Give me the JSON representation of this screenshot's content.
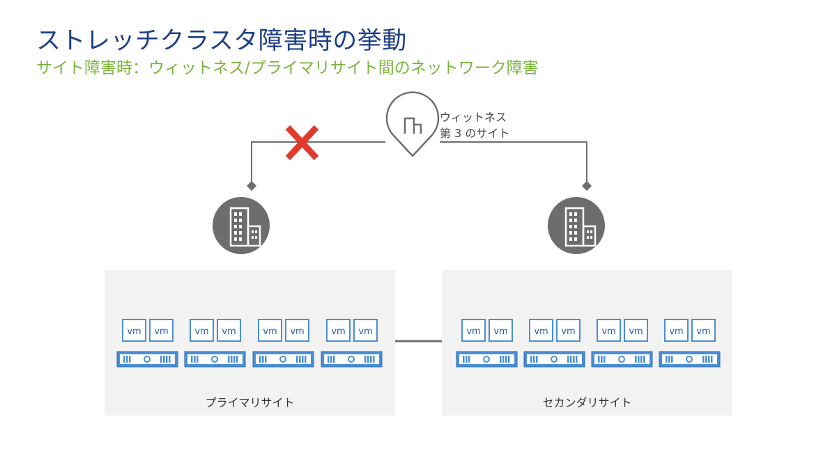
{
  "header": {
    "title": "ストレッチクラスタ障害時の挙動",
    "subtitle": "サイト障害時：ウィットネス/プライマリサイト間のネットワーク障害"
  },
  "witness": {
    "line1": "ウィットネス",
    "line2": "第 3 のサイト"
  },
  "sites": {
    "primary": {
      "label": "プライマリサイト"
    },
    "secondary": {
      "label": "セカンダリサイト"
    }
  },
  "vm_label": "vm",
  "colors": {
    "title": "#1e3f87",
    "subtitle": "#7ab43c",
    "vm_blue": "#4a8fd4",
    "failure_red": "#e03a2e",
    "icon_gray": "#6d6d6f",
    "line_gray": "#6e6e6e",
    "panel_bg": "#f2f2f2"
  },
  "icons": {
    "witness": "location-pin-icon",
    "site": "office-building-icon",
    "failure": "x-mark-icon",
    "host": "server-icon"
  },
  "status": {
    "witness_primary_link": "failed",
    "witness_secondary_link": "ok",
    "inter_site_link": "ok"
  }
}
